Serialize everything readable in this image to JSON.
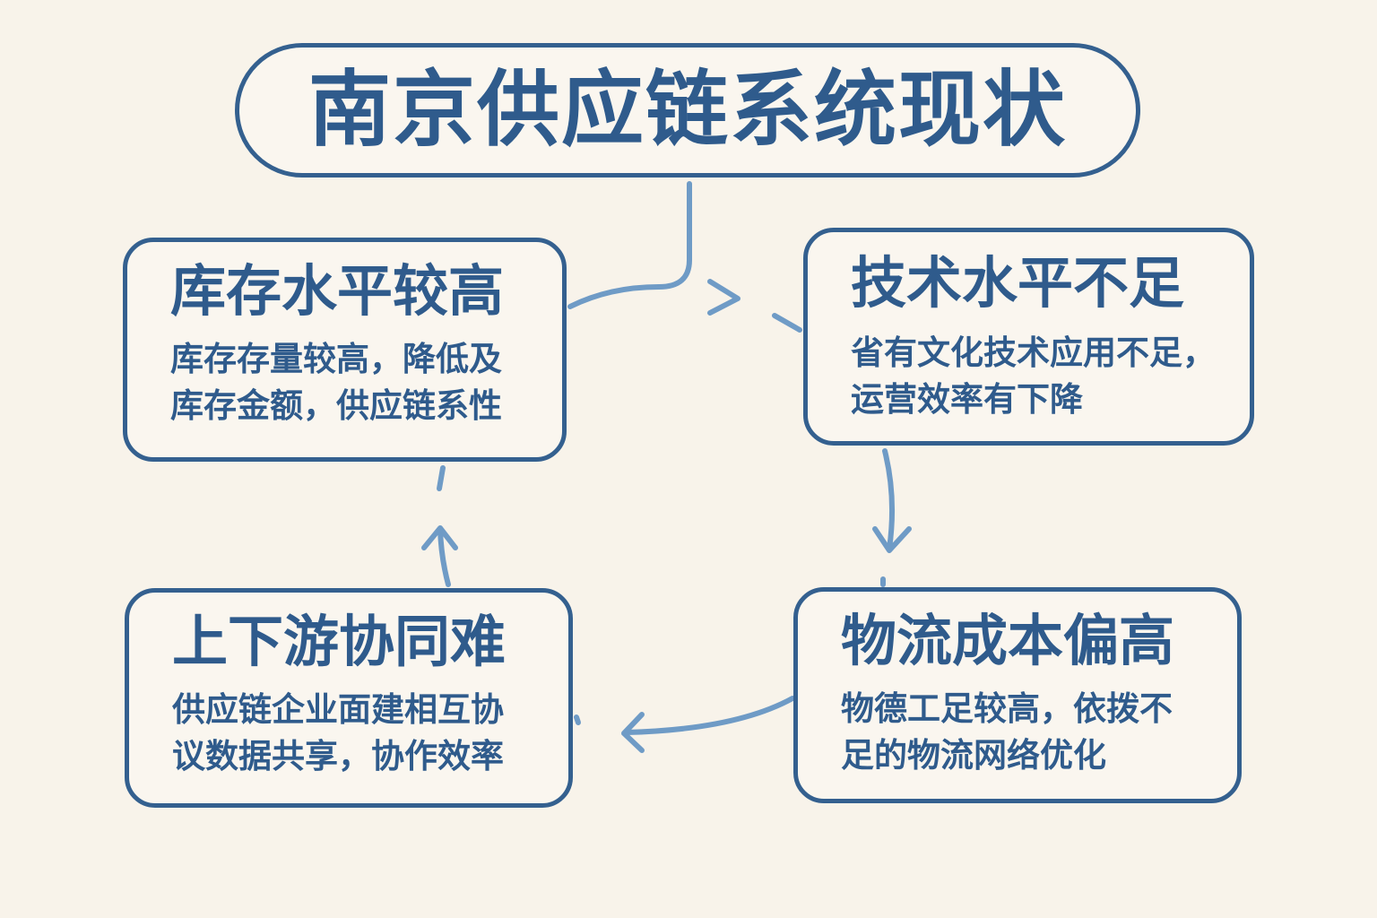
{
  "title": "南京供应链系统现状",
  "cards": {
    "inventory": {
      "title": "库存水平较高",
      "body_lines": [
        "库存存量较高，降低及",
        "库存金额，供应链系性"
      ]
    },
    "tech": {
      "title": "技术水平不足",
      "body_lines": [
        "省有文化技术应用不足，",
        "运营效率有下降"
      ]
    },
    "logistics": {
      "title": "物流成本偏高",
      "body_lines": [
        "物德工足较高，依拨不",
        "足的物流网络优化"
      ]
    },
    "collab": {
      "title": "上下游协同难",
      "body_lines": [
        "供应链企业面建相互协",
        "议数据共享，协作效率"
      ]
    }
  },
  "colors": {
    "background": "#f8f3ea",
    "border": "#34608f",
    "text": "#2f5b8c",
    "arrow": "#6f9bc6"
  }
}
